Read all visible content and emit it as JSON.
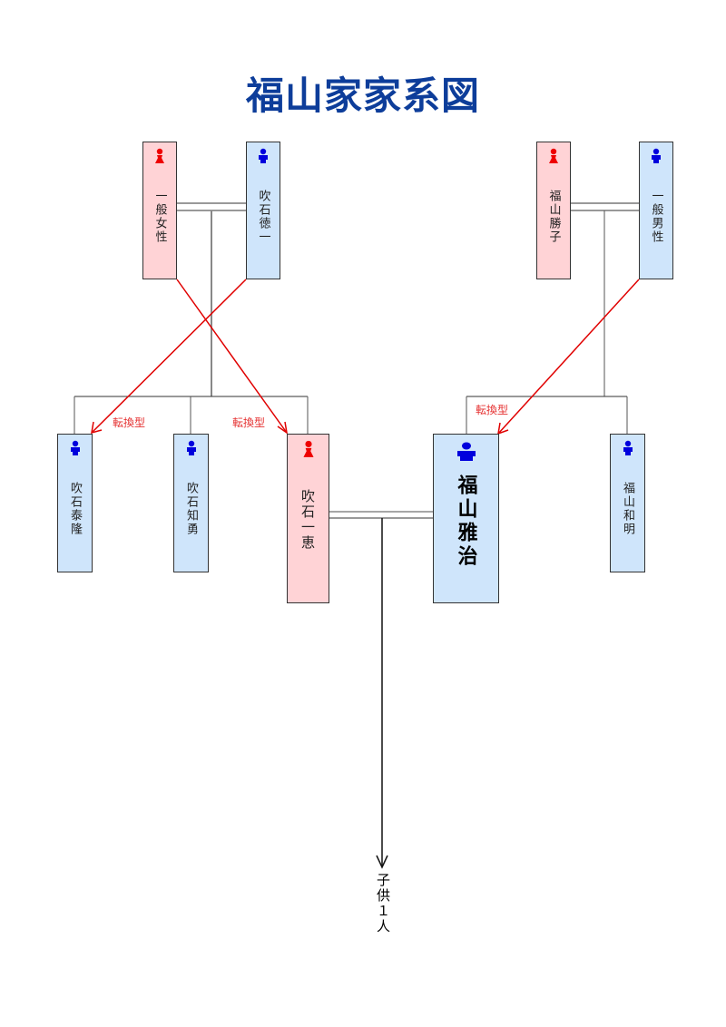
{
  "title": "福山家家系図",
  "people": {
    "grandmother_left": {
      "name": "一般女性",
      "gender": "female",
      "icon": "female-person-icon"
    },
    "grandfather_left": {
      "name": "吹石徳一",
      "gender": "male",
      "icon": "male-person-icon"
    },
    "grandmother_right": {
      "name": "福山勝子",
      "gender": "female",
      "icon": "female-person-icon"
    },
    "grandfather_right": {
      "name": "一般男性",
      "gender": "male",
      "icon": "male-person-icon"
    },
    "child_yasutaka": {
      "name": "吹石泰隆",
      "gender": "male",
      "icon": "male-person-icon"
    },
    "child_tomoyu": {
      "name": "吹石知勇",
      "gender": "male",
      "icon": "male-person-icon"
    },
    "child_kazue": {
      "name": "吹石一恵",
      "gender": "female",
      "icon": "female-person-icon"
    },
    "child_masaharu": {
      "name": "福山雅治",
      "gender": "male",
      "icon": "male-person-icon"
    },
    "child_kazuaki": {
      "name": "福山和明",
      "gender": "male",
      "icon": "male-person-icon"
    }
  },
  "inheritance_labels": {
    "left_1": "転換型",
    "left_2": "転換型",
    "right_1": "転換型"
  },
  "offspring_note": "子供１人",
  "colors": {
    "title": "#0d3d9a",
    "female_fill": "#ffd3d6",
    "male_fill": "#cfe5fb",
    "female_icon": "#ee0000",
    "male_icon": "#0000dd",
    "arrow": "#e00000",
    "label": "#e53030"
  }
}
